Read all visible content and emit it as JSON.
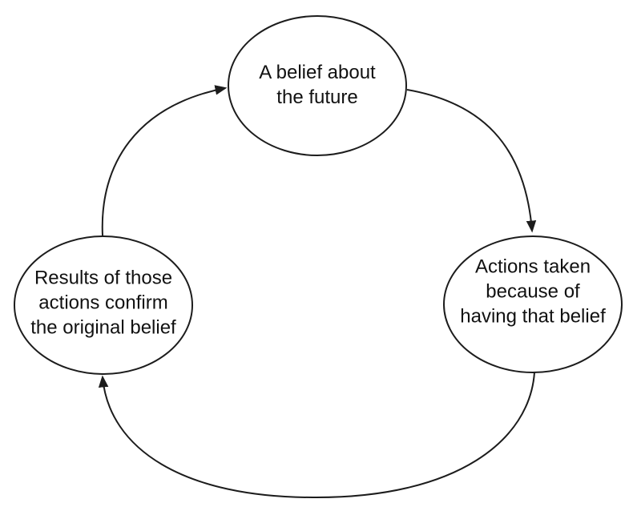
{
  "diagram": {
    "background_color": "#ffffff",
    "line_color": "#1c1c1c",
    "text_color": "#111111",
    "nodes": [
      {
        "id": "belief",
        "label": "A belief about\nthe future"
      },
      {
        "id": "actions",
        "label": "Actions taken\nbecause of\nhaving that belief"
      },
      {
        "id": "results",
        "label": "Results of those\nactions confirm\nthe original belief"
      }
    ],
    "edges": [
      {
        "id": "belief-to-actions",
        "from": "belief",
        "to": "actions"
      },
      {
        "id": "actions-to-results",
        "from": "actions",
        "to": "results"
      },
      {
        "id": "results-to-belief",
        "from": "results",
        "to": "belief"
      }
    ]
  }
}
